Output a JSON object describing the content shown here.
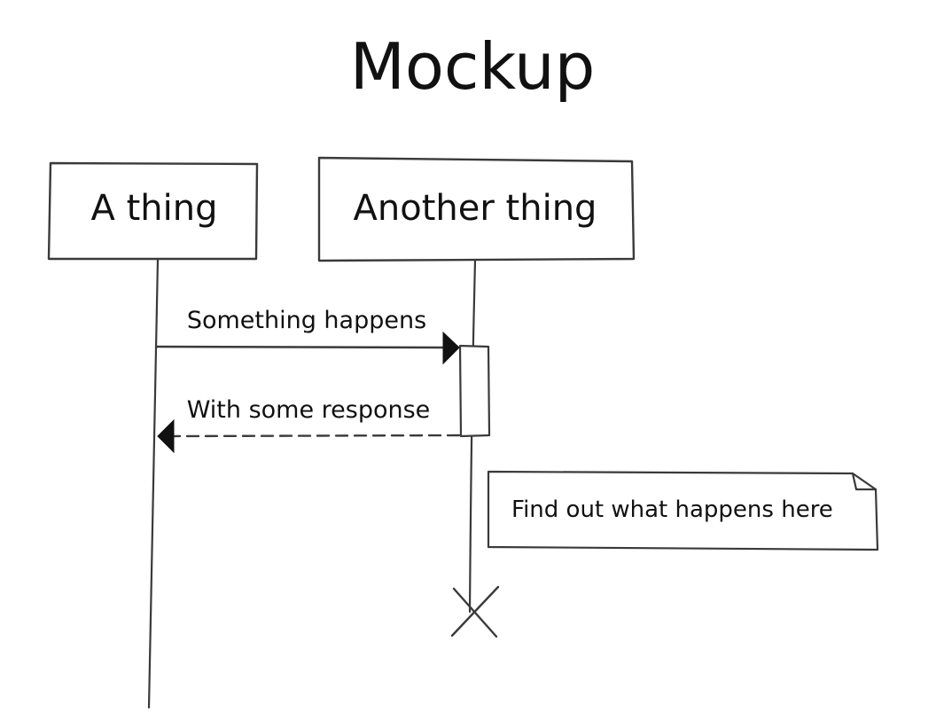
{
  "diagram": {
    "title": "Mockup",
    "participants": [
      {
        "id": "a",
        "label": "A thing"
      },
      {
        "id": "b",
        "label": "Another thing"
      }
    ],
    "messages": [
      {
        "from": "a",
        "to": "b",
        "label": "Something happens",
        "style": "solid"
      },
      {
        "from": "b",
        "to": "a",
        "label": "With some response",
        "style": "dashed"
      }
    ],
    "note": {
      "attached_to": "b",
      "text": "Find out what happens here"
    },
    "colors": {
      "stroke": "#3a3a3a",
      "text": "#111111",
      "background": "#ffffff"
    }
  }
}
